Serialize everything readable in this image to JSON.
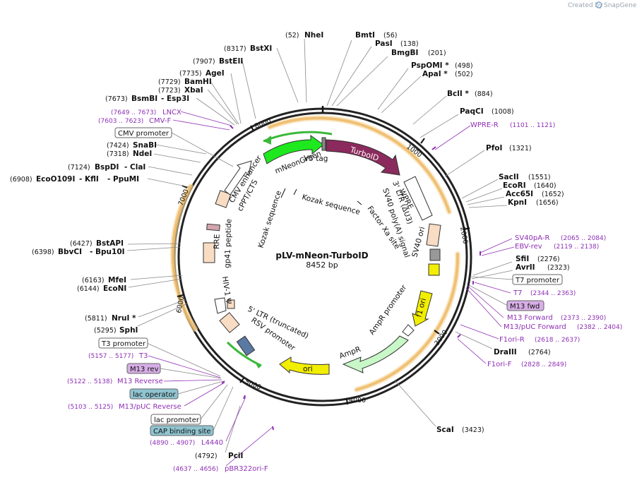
{
  "credit": {
    "text": "Created by",
    "brand": "SnapGene"
  },
  "plasmid": {
    "name": "pLV-mNeon-TurboID",
    "length_label": "8452 bp",
    "length": 8452
  },
  "ticks": [
    "1000",
    "2000",
    "3000",
    "4000",
    "5000",
    "6000",
    "7000",
    "8000"
  ],
  "enzymes": [
    {
      "name": "NheI",
      "pos": "(52)"
    },
    {
      "name": "BmtI",
      "pos": "(56)"
    },
    {
      "name": "PasI",
      "pos": "(138)"
    },
    {
      "name": "BmgBI",
      "pos": "(201)"
    },
    {
      "name": "PspOMI *",
      "pos": "(498)"
    },
    {
      "name": "ApaI *",
      "pos": "(502)"
    },
    {
      "name": "BclI *",
      "pos": "(884)"
    },
    {
      "name": "PaqCI",
      "pos": "(1008)"
    },
    {
      "name": "PfoI",
      "pos": "(1321)"
    },
    {
      "name": "SacII",
      "pos": "(1551)"
    },
    {
      "name": "EcoRI",
      "pos": "(1640)"
    },
    {
      "name": "Acc65I",
      "pos": "(1652)"
    },
    {
      "name": "KpnI",
      "pos": "(1656)"
    },
    {
      "name": "SfiI",
      "pos": "(2276)"
    },
    {
      "name": "AvrII",
      "pos": "(2323)"
    },
    {
      "name": "DraIII",
      "pos": "(2764)"
    },
    {
      "name": "ScaI",
      "pos": "(3423)"
    },
    {
      "name": "PciI",
      "pos": "(4792)"
    },
    {
      "name": "SphI",
      "pos": "(5295)"
    },
    {
      "name": "NruI *",
      "pos": "(5811)"
    },
    {
      "name": "EcoNI",
      "pos": "(6144)"
    },
    {
      "name": "MfeI",
      "pos": "(6163)"
    },
    {
      "name": "BbvCI",
      "pos": "(6398)",
      "name2": "- Bpu10I"
    },
    {
      "name": "BstAPI",
      "pos": "(6427)"
    },
    {
      "name": "EcoO109I",
      "pos": "(6908)",
      "name2": "- KflI",
      "name3": "- PpuMI"
    },
    {
      "name": "BspDI",
      "pos": "(7124)",
      "name2": "- ClaI"
    },
    {
      "name": "NdeI",
      "pos": "(7318)"
    },
    {
      "name": "SnaBI",
      "pos": "(7424)"
    },
    {
      "name": "BsmBI",
      "pos": "(7673)",
      "name2": "- Esp3I"
    },
    {
      "name": "XbaI",
      "pos": "(7723)"
    },
    {
      "name": "BamHI",
      "pos": "(7729)"
    },
    {
      "name": "AgeI",
      "pos": "(7735)"
    },
    {
      "name": "BstEII",
      "pos": "(7907)"
    },
    {
      "name": "BstXI",
      "pos": "(8317)"
    }
  ],
  "primers": [
    {
      "name": "WPRE-R",
      "pos": "(1101 .. 1121)"
    },
    {
      "name": "SV40pA-R",
      "pos": "(2065 .. 2084)"
    },
    {
      "name": "EBV-rev",
      "pos": "(2119 .. 2138)"
    },
    {
      "name": "T7",
      "pos": "(2344 .. 2363)"
    },
    {
      "name": "M13 Forward",
      "pos": "(2373 .. 2390)"
    },
    {
      "name": "M13/pUC Forward",
      "pos": "(2382 .. 2404)"
    },
    {
      "name": "F1ori-R",
      "pos": "(2618 .. 2637)"
    },
    {
      "name": "F1ori-F",
      "pos": "(2828 .. 2849)"
    },
    {
      "name": "pBR322ori-F",
      "pos": "(4637 .. 4656)"
    },
    {
      "name": "L4440",
      "pos": "(4890 .. 4907)"
    },
    {
      "name": "M13/pUC Reverse",
      "pos": "(5103 .. 5125)"
    },
    {
      "name": "M13 Reverse",
      "pos": "(5122 .. 5138)"
    },
    {
      "name": "T3",
      "pos": "(5157 .. 5177)"
    },
    {
      "name": "CMV-F",
      "pos": "(7603 .. 7623)"
    },
    {
      "name": "LNCX",
      "pos": "(7649 .. 7673)"
    }
  ],
  "boxed_labels": [
    {
      "name": "T7 promoter"
    },
    {
      "name": "M13 fwd"
    },
    {
      "name": "T3 promoter"
    },
    {
      "name": "M13 rev"
    },
    {
      "name": "lac operator"
    },
    {
      "name": "lac promoter"
    },
    {
      "name": "CAP binding site"
    },
    {
      "name": "CMV promoter"
    }
  ],
  "features": [
    {
      "name": "TurboID"
    },
    {
      "name": "mNeonGreen"
    },
    {
      "name": "V5 tag"
    },
    {
      "name": "WPRE"
    },
    {
      "name": "3' LTR (ΔU3)"
    },
    {
      "name": "SV40 poly(A) signal"
    },
    {
      "name": "SV40 ori"
    },
    {
      "name": "f1 ori"
    },
    {
      "name": "AmpR promoter"
    },
    {
      "name": "AmpR"
    },
    {
      "name": "ori"
    },
    {
      "name": "RSV promoter"
    },
    {
      "name": "5' LTR (truncated)"
    },
    {
      "name": "HIV-1 Ψ"
    },
    {
      "name": "RRE"
    },
    {
      "name": "gp41 peptide"
    },
    {
      "name": "cPPT/CTS"
    },
    {
      "name": "CMV enhancer"
    },
    {
      "name": "Kozak sequence"
    },
    {
      "name": "Kozak sequence"
    },
    {
      "name": "Factor Xa site"
    }
  ],
  "colors": {
    "turboid": "#8b2a5c",
    "mneongreen": "#1ee81e",
    "yellow": "#f2ee00",
    "ampr": "#c8f7c8",
    "peach": "#f9dcc4",
    "primer": "#8e2fb5",
    "orange": "#e08a10",
    "lac_operator": "#8fc4d0",
    "m13": "#d7aee6"
  }
}
